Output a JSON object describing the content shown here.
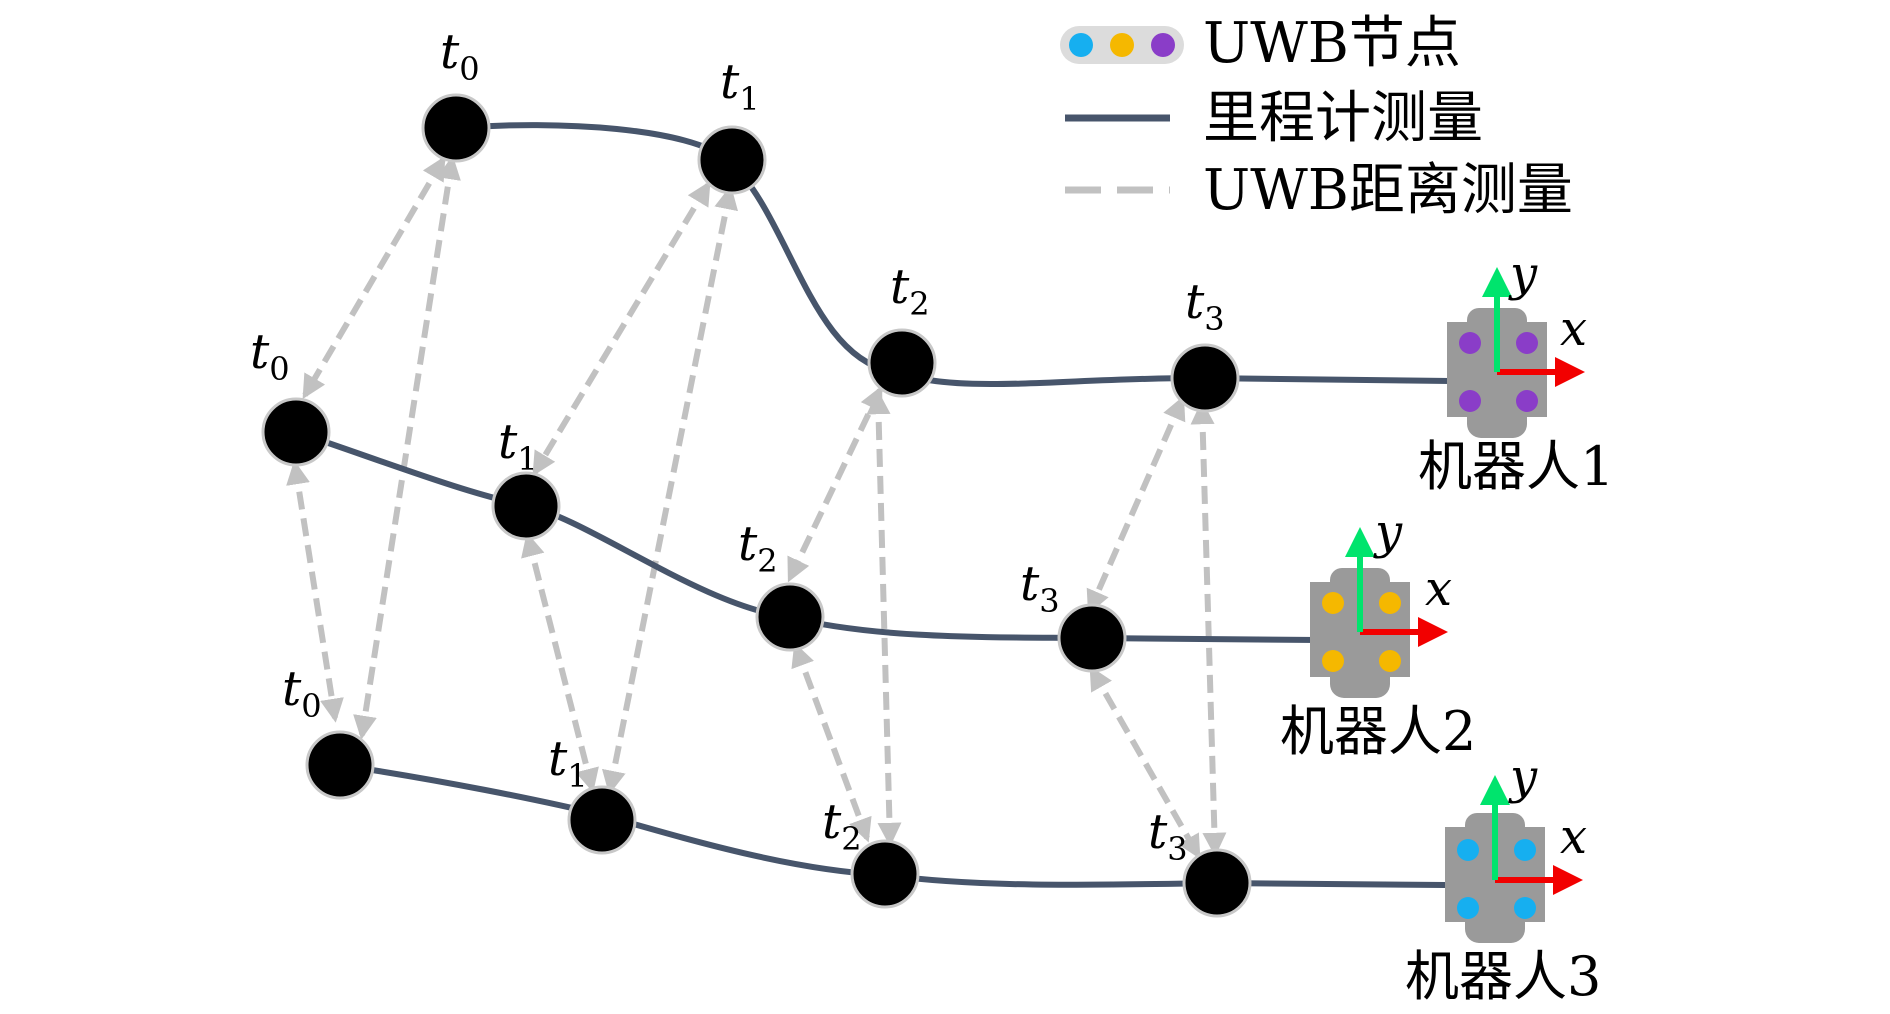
{
  "colors": {
    "odometry": "#47556b",
    "uwb_range": "#c1c1c1",
    "node_fill": "#000000",
    "node_stroke": "#c8c8c8",
    "robot_body": "#9a9a9a",
    "axis_x": "#f20000",
    "axis_y": "#00e46d",
    "uwb_purple": "#8a3dc8",
    "uwb_yellow": "#f5b800",
    "uwb_blue": "#16aff0"
  },
  "legend": {
    "uwb_nodes": "UWB节点",
    "odometry": "里程计测量",
    "uwb_range": "UWB距离测量"
  },
  "robots": [
    {
      "name": "机器人1",
      "uwb_color": "#8a3dc8",
      "axis_x": "x",
      "axis_y": "y",
      "poses": [
        {
          "t": "t",
          "sub": "0"
        },
        {
          "t": "t",
          "sub": "1"
        },
        {
          "t": "t",
          "sub": "2"
        },
        {
          "t": "t",
          "sub": "3"
        }
      ]
    },
    {
      "name": "机器人2",
      "uwb_color": "#f5b800",
      "axis_x": "x",
      "axis_y": "y",
      "poses": [
        {
          "t": "t",
          "sub": "0"
        },
        {
          "t": "t",
          "sub": "1"
        },
        {
          "t": "t",
          "sub": "2"
        },
        {
          "t": "t",
          "sub": "3"
        }
      ]
    },
    {
      "name": "机器人3",
      "uwb_color": "#16aff0",
      "axis_x": "x",
      "axis_y": "y",
      "poses": [
        {
          "t": "t",
          "sub": "0"
        },
        {
          "t": "t",
          "sub": "1"
        },
        {
          "t": "t",
          "sub": "2"
        },
        {
          "t": "t",
          "sub": "3"
        }
      ]
    }
  ]
}
